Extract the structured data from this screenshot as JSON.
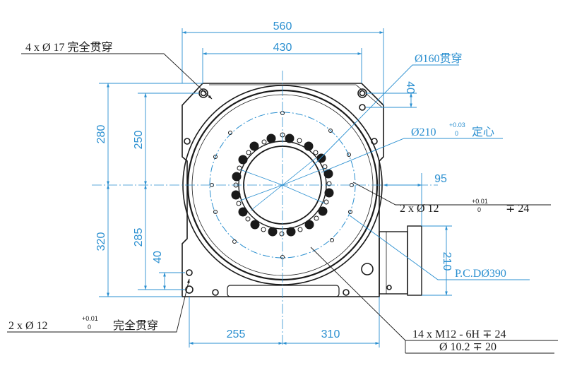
{
  "dimensions": {
    "top_overall": "560",
    "top_inner": "430",
    "bottom_left": "255",
    "bottom_right": "310",
    "right_offset": "95",
    "right_vertical": "210",
    "left_outer_upper": "280",
    "left_outer_lower": "320",
    "left_inner_upper": "250",
    "left_inner_lower": "285",
    "left_small": "40",
    "right_top_small": "40"
  },
  "callouts": {
    "holes_17": "4 x Ø 17 完全贯穿",
    "bore_160": "Ø160贯穿",
    "bore_210_main": "Ø210",
    "bore_210_tol_upper": "+0.03",
    "bore_210_tol_lower": "0",
    "bore_210_suffix": "定心",
    "pin_12_main": "2 x Ø 12",
    "pin_12_tol_upper": "+0.01",
    "pin_12_tol_lower": "0",
    "pin_12_suffix": "∓ 24",
    "pcd_390": "P.C.DØ390",
    "holes_12_bottom_main": "2 x Ø 12",
    "holes_12_bottom_tol_upper": "+0.01",
    "holes_12_bottom_tol_lower": "0",
    "holes_12_bottom_suffix": "完全贯穿",
    "thread_line1": "14 x  M12 - 6H ∓ 24",
    "thread_line2": "Ø 10.2 ∓ 20"
  },
  "colors": {
    "outline": "#1a1a1a",
    "dimension": "#2a8fd0"
  }
}
